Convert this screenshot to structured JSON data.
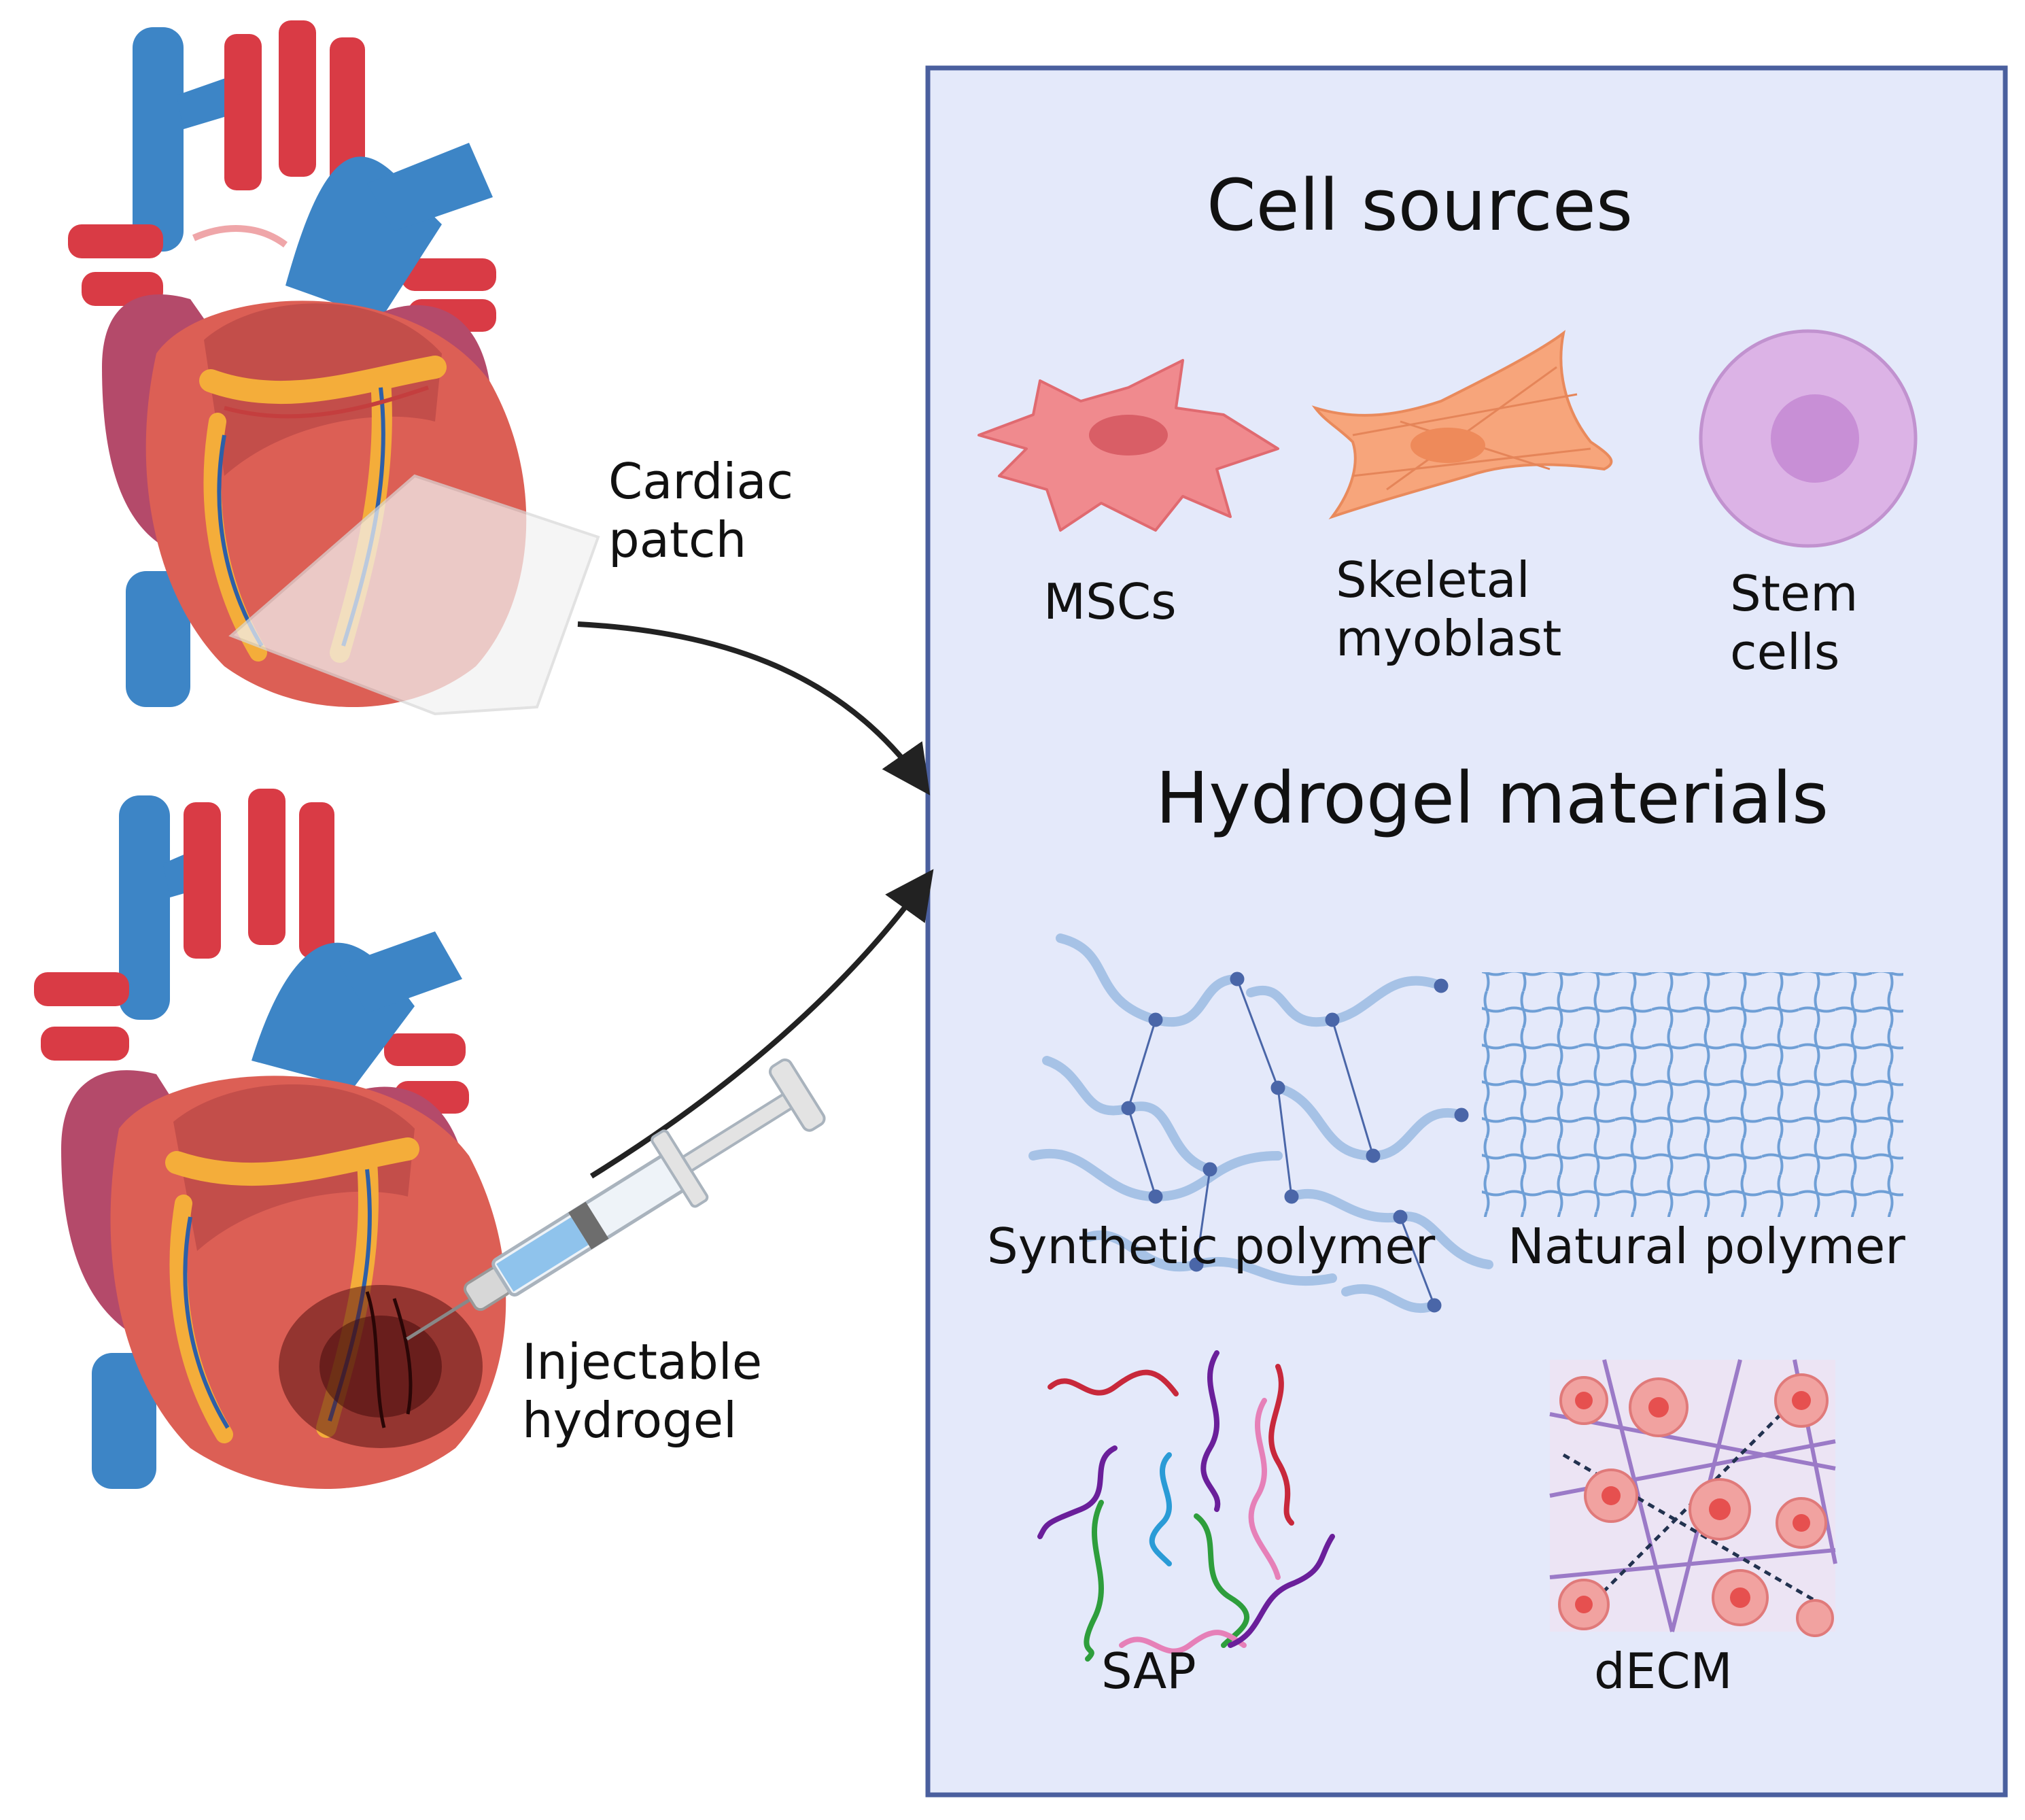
{
  "left": {
    "top_heart": {
      "label_line1": "Cardiac",
      "label_line2": "patch"
    },
    "bottom_heart": {
      "label_line1": "Injectable",
      "label_line2": "hydrogel"
    }
  },
  "panel": {
    "cell_title": "Cell sources",
    "cells": [
      {
        "label": "MSCs"
      },
      {
        "label_line1": "Skeletal",
        "label_line2": "myoblast"
      },
      {
        "label_line1": "Stem",
        "label_line2": "cells"
      }
    ],
    "hydrogel_title": "Hydrogel materials",
    "materials": [
      {
        "label": "Synthetic polymer"
      },
      {
        "label": "Natural polymer"
      },
      {
        "label": "SAP"
      },
      {
        "label": "dECM"
      }
    ]
  },
  "colors": {
    "panel_fill": "#e4e9fa",
    "panel_border": "#4a5f9e",
    "vessel_blue": "#3d85c6",
    "artery_red": "#d93b45",
    "heart_muscle": "#dc5f55",
    "atrium": "#b44a6a",
    "fat": "#f4ad3a",
    "msc": "#f08a8e",
    "myoblast": "#f7a57b",
    "stem_cell": "#dcb3e6"
  }
}
